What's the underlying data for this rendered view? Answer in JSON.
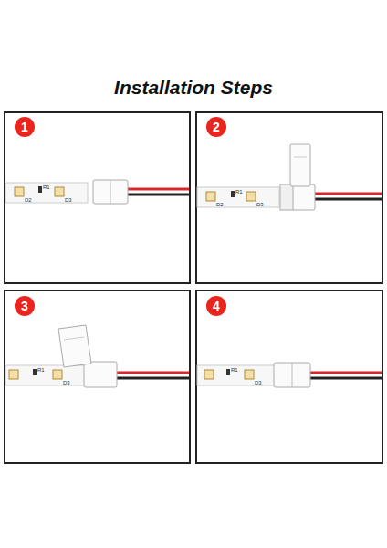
{
  "diagram": {
    "title": "Installation Steps",
    "nodes": [
      {
        "text": [
          "1"
        ]
      },
      {
        "text": [
          "2"
        ]
      },
      {
        "text": [
          "3"
        ]
      },
      {
        "text": [
          "4"
        ]
      }
    ],
    "labels": [
      "D2",
      "R1",
      "D3",
      "D2",
      "R1",
      "D3",
      "R1",
      "D3",
      "R1",
      "D3"
    ]
  }
}
